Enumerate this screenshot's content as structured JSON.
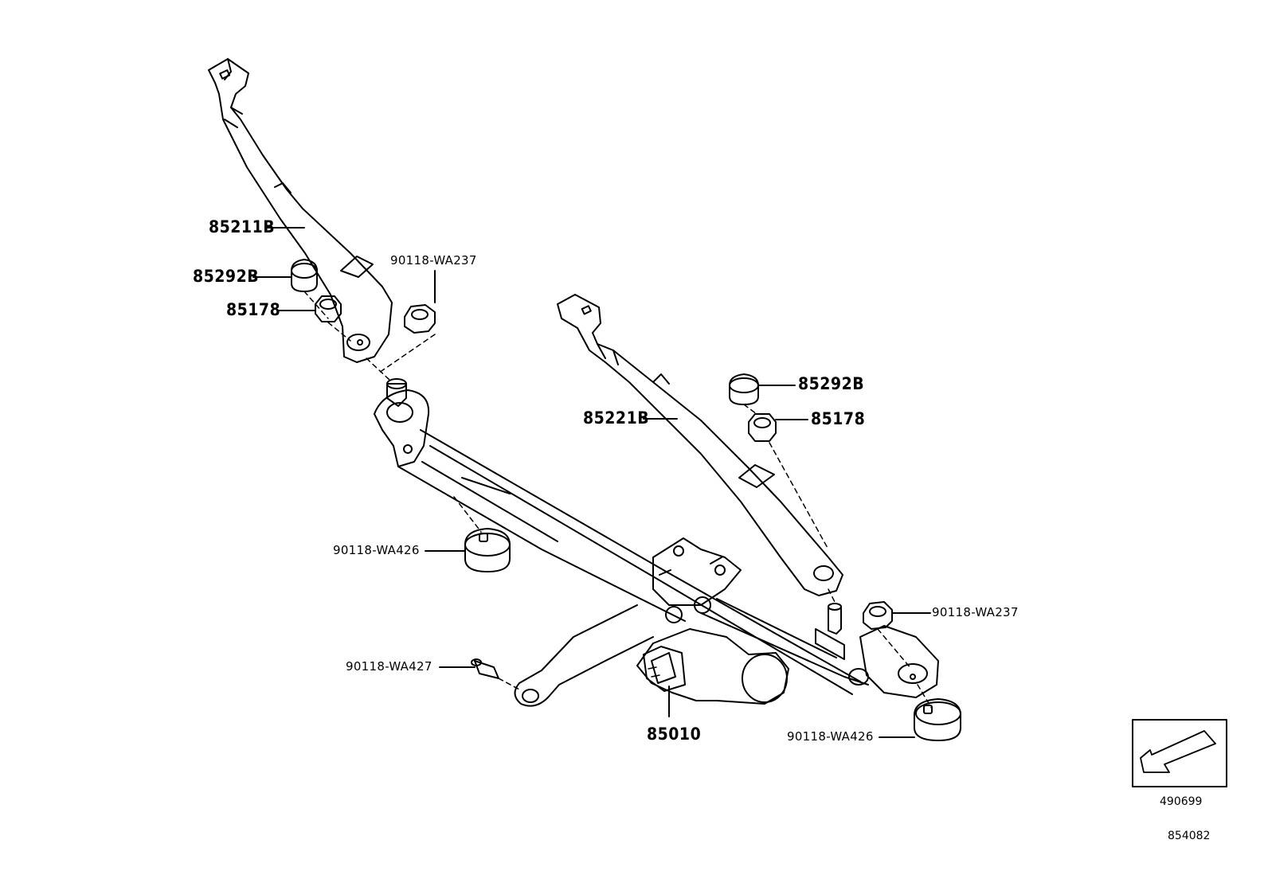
{
  "labels": {
    "arm_left": "85211B",
    "cap_left": "85292B",
    "nut_left": "85178",
    "nut_shaft_left": "90118-WA237",
    "arm_right": "85221B",
    "cap_right": "85292B",
    "nut_right": "85178",
    "grommet_left": "90118-WA426",
    "nut_shaft_right": "90118-WA237",
    "bolt_motor": "90118-WA427",
    "motor_assy": "85010",
    "grommet_right": "90118-WA426"
  },
  "corner": {
    "icon": "front-direction-arrow-icon",
    "ref_code": "490699",
    "diagram_code": "854082"
  }
}
